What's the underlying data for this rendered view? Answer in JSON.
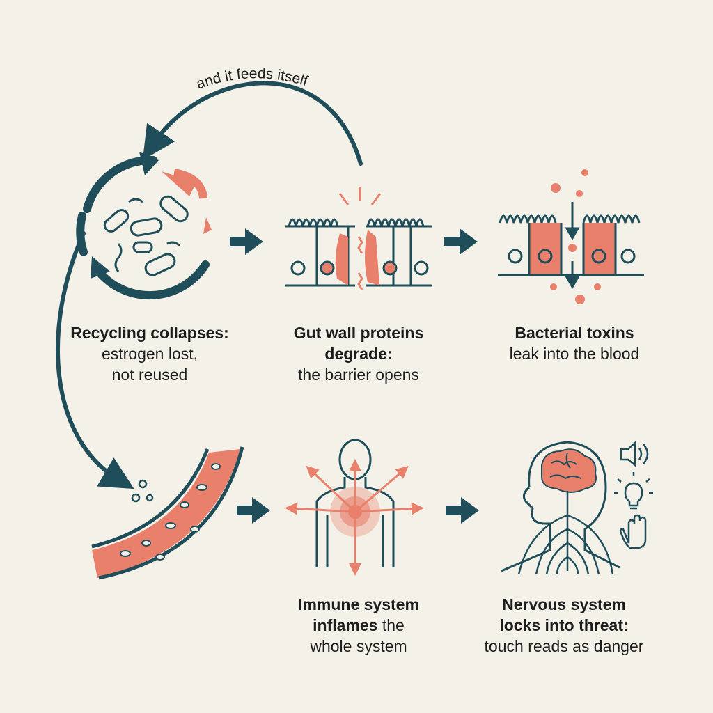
{
  "loop_label": "and it feeds itself",
  "steps": {
    "recycling": {
      "bold": "Recycling collapses:",
      "line2": "estrogen lost,",
      "line3": "not reused"
    },
    "gutwall": {
      "bold1": "Gut wall proteins",
      "bold2": "degrade:",
      "line3": "the barrier opens"
    },
    "toxins": {
      "bold": "Bacterial toxins",
      "line2": "leak into the blood"
    },
    "immune": {
      "bold1": "Immune system",
      "bold2": "inflames",
      "rest2": " the",
      "line3": "whole system"
    },
    "nervous": {
      "bold1": "Nervous system",
      "bold2": "locks into threat:",
      "line3": "touch reads as danger"
    }
  },
  "colors": {
    "teal": "#1f4e5a",
    "coral": "#e8806c",
    "cream": "#f3f1e8",
    "text": "#1d1d1d"
  },
  "icons": [
    "sound-icon",
    "light-bulb-icon",
    "hand-icon",
    "brain-icon"
  ]
}
